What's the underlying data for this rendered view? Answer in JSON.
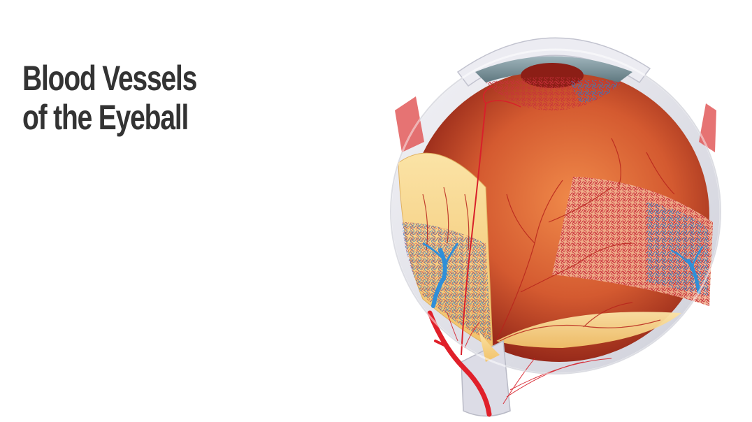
{
  "slide": {
    "title_line_1": "Blood Vessels",
    "title_line_2": "of the Eyeball",
    "title_color": "#333333",
    "background_color": "#ffffff"
  },
  "illustration": {
    "subject": "cross-section of the eyeball showing blood vessels",
    "icon": "eyeball-anatomy-illustration",
    "colors": {
      "sclera": "#e6e6ee",
      "choroid": "#c9452a",
      "retina": "#f7d88a",
      "artery": "#e0202a",
      "vein": "#2f8fd8",
      "iris": "#7f9aa3"
    }
  }
}
